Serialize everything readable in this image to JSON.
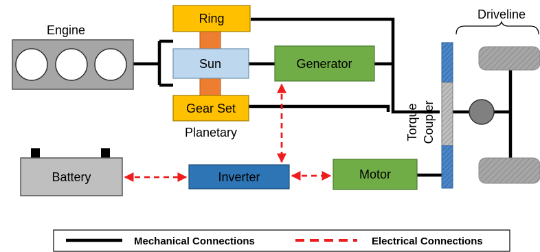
{
  "labels": {
    "engine": "Engine",
    "ring": "Ring",
    "sun": "Sun",
    "gear_set": "Gear Set",
    "planetary": "Planetary",
    "generator": "Generator",
    "driveline": "Driveline",
    "torque_coupler_line1": "Torque",
    "torque_coupler_line2": "Coupler",
    "battery": "Battery",
    "inverter": "Inverter",
    "motor": "Motor"
  },
  "legend": {
    "mechanical": "Mechanical Connections",
    "electrical": "Electrical Connections"
  },
  "colors": {
    "mechanical": "#000000",
    "electrical": "#ee1c1c",
    "ring_gear": "#ffc000",
    "sun_gear": "#bdd7ee",
    "planet_pin": "#ed7d31",
    "generator": "#70ad47",
    "motor": "#70ad47",
    "inverter": "#2e75b6",
    "battery": "#bfbfbf",
    "engine_block": "#a6a6a6",
    "torque_coupler": "#4a86c8",
    "wheels": "#a6a6a6",
    "differential": "#808080"
  }
}
